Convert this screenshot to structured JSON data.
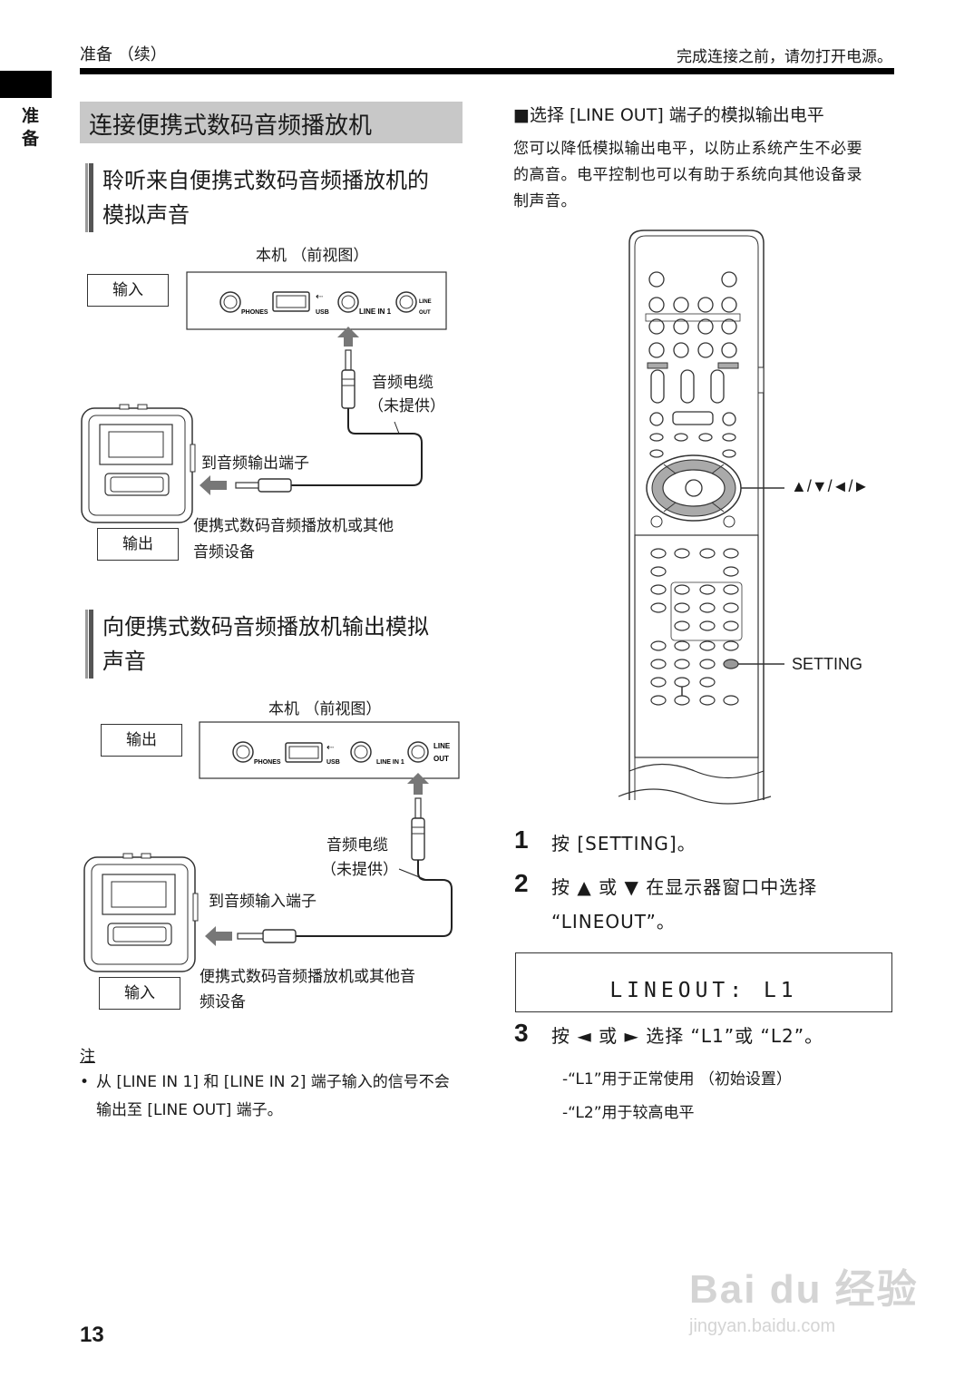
{
  "header": {
    "left": "准备 （续）",
    "right": "完成连接之前，请勿打开电源。"
  },
  "side_tab": "准备",
  "section_title": "连接便携式数码音频播放机",
  "sub1": {
    "title_line1": "聆听来自便携式数码音频播放机的",
    "title_line2": "模拟声音",
    "front_view": "本机 （前视图）",
    "input_label": "输入",
    "output_label": "输出",
    "panel": {
      "phones": "PHONES",
      "usb": "USB",
      "line_in": "LINE IN 1",
      "line_out": "LINE OUT"
    },
    "cable_line1": "音频电缆",
    "cable_line2": "（未提供）",
    "to_terminal": "到音频输出端子",
    "device_line1": "便携式数码音频播放机或其他",
    "device_line2": "音频设备"
  },
  "sub2": {
    "title_line1": "向便携式数码音频播放机输出模拟",
    "title_line2": "声音",
    "front_view": "本机 （前视图）",
    "output_label": "输出",
    "input_label": "输入",
    "panel": {
      "phones": "PHONES",
      "usb": "USB",
      "line_in": "LINE IN 1",
      "line_out": "LINE OUT"
    },
    "cable_line1": "音频电缆",
    "cable_line2": "（未提供）",
    "to_terminal": "到音频输入端子",
    "device_line1": "便携式数码音频播放机或其他音",
    "device_line2": "频设备"
  },
  "note": {
    "title": "注",
    "line1": "从 [LINE IN 1] 和 [LINE IN 2] 端子输入的信号不会",
    "line2": "输出至 [LINE OUT] 端子。"
  },
  "right": {
    "heading": "■选择 [LINE OUT] 端子的模拟输出电平",
    "para_line1": "您可以降低模拟输出电平，以防止系统产生不必要",
    "para_line2": "的高音。电平控制也可以有助于系统向其他设备录",
    "para_line3": "制声音。",
    "arrow_label": "▲/▼/◄/►",
    "setting_label": "SETTING",
    "steps": [
      {
        "num": "1",
        "line1": "按 [SETTING]。",
        "line2": ""
      },
      {
        "num": "2",
        "line1": "按 ▲ 或 ▼ 在显示器窗口中选择",
        "line2": "“LINEOUT”。"
      },
      {
        "num": "3",
        "line1": "按 ◄ 或 ► 选择 “L1”或 “L2”。",
        "line2": ""
      }
    ],
    "display": "LINEOUT: L1",
    "bullets": [
      "-“L1”用于正常使用 （初始设置）",
      "-“L2”用于较高电平"
    ]
  },
  "page_number": "13",
  "watermark": {
    "logo": "Bai du 经验",
    "url": "jingyan.baidu.com"
  }
}
